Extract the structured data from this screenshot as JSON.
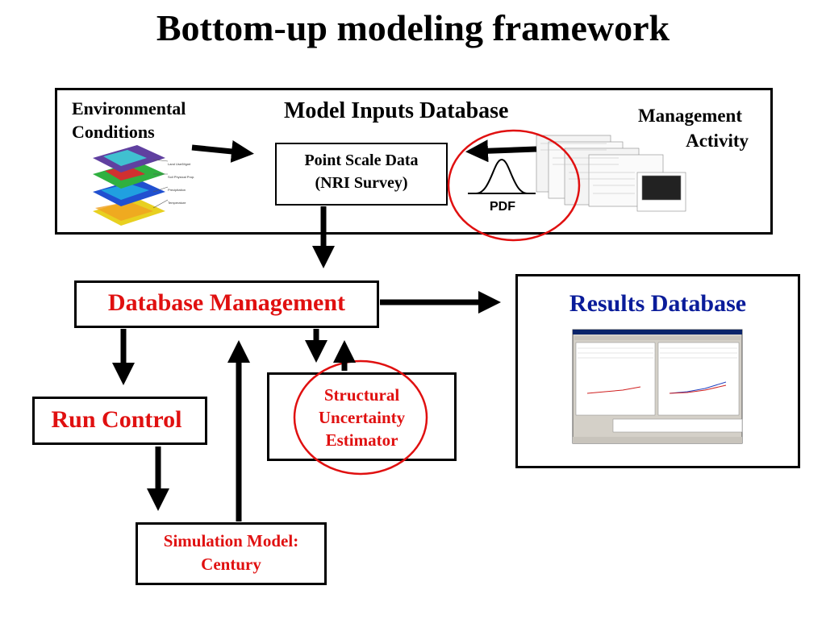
{
  "title": "Bottom-up modeling framework",
  "inputs_box": {
    "title": "Model Inputs Database",
    "env_conditions": [
      "Environmental",
      "Conditions"
    ],
    "management_activity": [
      "Management",
      "Activity"
    ],
    "point_scale": [
      "Point Scale Data",
      "(NRI Survey)"
    ],
    "pdf_label": "PDF",
    "map_layer_labels": [
      "Land Use/Mgmt",
      "Soil Physical Prop.",
      "Precipitation",
      "Temperature"
    ]
  },
  "database_management": "Database Management",
  "results_database": "Results Database",
  "run_control": "Run Control",
  "structural_uncertainty": [
    "Structural",
    "Uncertainty",
    "Estimator"
  ],
  "simulation_model": [
    "Simulation Model:",
    "Century"
  ],
  "colors": {
    "red_label": "#e01010",
    "blue_label": "#0a1c9a",
    "highlight_circle": "#e01010"
  }
}
